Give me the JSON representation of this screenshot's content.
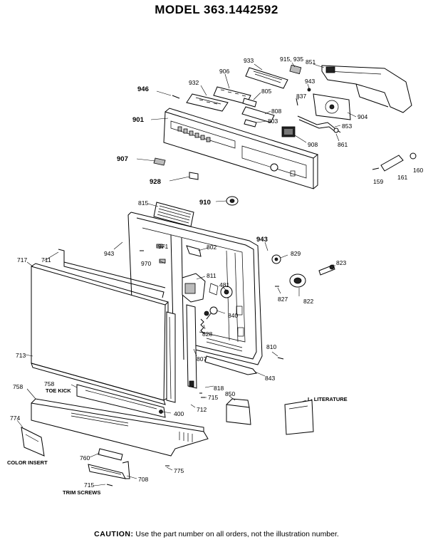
{
  "title": "MODEL 363.1442592",
  "caution": {
    "label": "CAUTION:",
    "text": "Use the part number on all orders, not the illustration number."
  },
  "labels": {
    "p933": "933",
    "p915_935": "915, 935",
    "p851": "851",
    "p906": "906",
    "p932": "932",
    "p805": "805",
    "p837": "837",
    "p943a": "943",
    "p946": "946",
    "p808": "808",
    "p904": "904",
    "p803": "803",
    "p853": "853",
    "p901": "901",
    "p908": "908",
    "p861": "861",
    "p907": "907",
    "p159": "159",
    "p161": "161",
    "p160": "160",
    "p928": "928",
    "p910": "910",
    "p815": "815",
    "p943b": "943",
    "p971": "971",
    "p802": "802",
    "p943c": "943",
    "p970": "970",
    "p829": "829",
    "p717": "717",
    "p711": "711",
    "p823": "823",
    "p811": "811",
    "p481": "481",
    "p827": "827",
    "p822": "822",
    "p840": "840",
    "p828": "828",
    "p810": "810",
    "p713": "713",
    "p807": "807",
    "p843": "843",
    "p818": "818",
    "p758a": "758",
    "p758b": "758",
    "toe_kick": "TOE KICK",
    "p715a": "715",
    "p850": "850",
    "literature": "I - LITERATURE",
    "p400": "400",
    "p712": "712",
    "p774": "774",
    "color_insert": "COLOR INSERT",
    "p760": "760",
    "p775": "775",
    "p708": "708",
    "p715b": "715",
    "trim_screws": "TRIM SCREWS"
  }
}
